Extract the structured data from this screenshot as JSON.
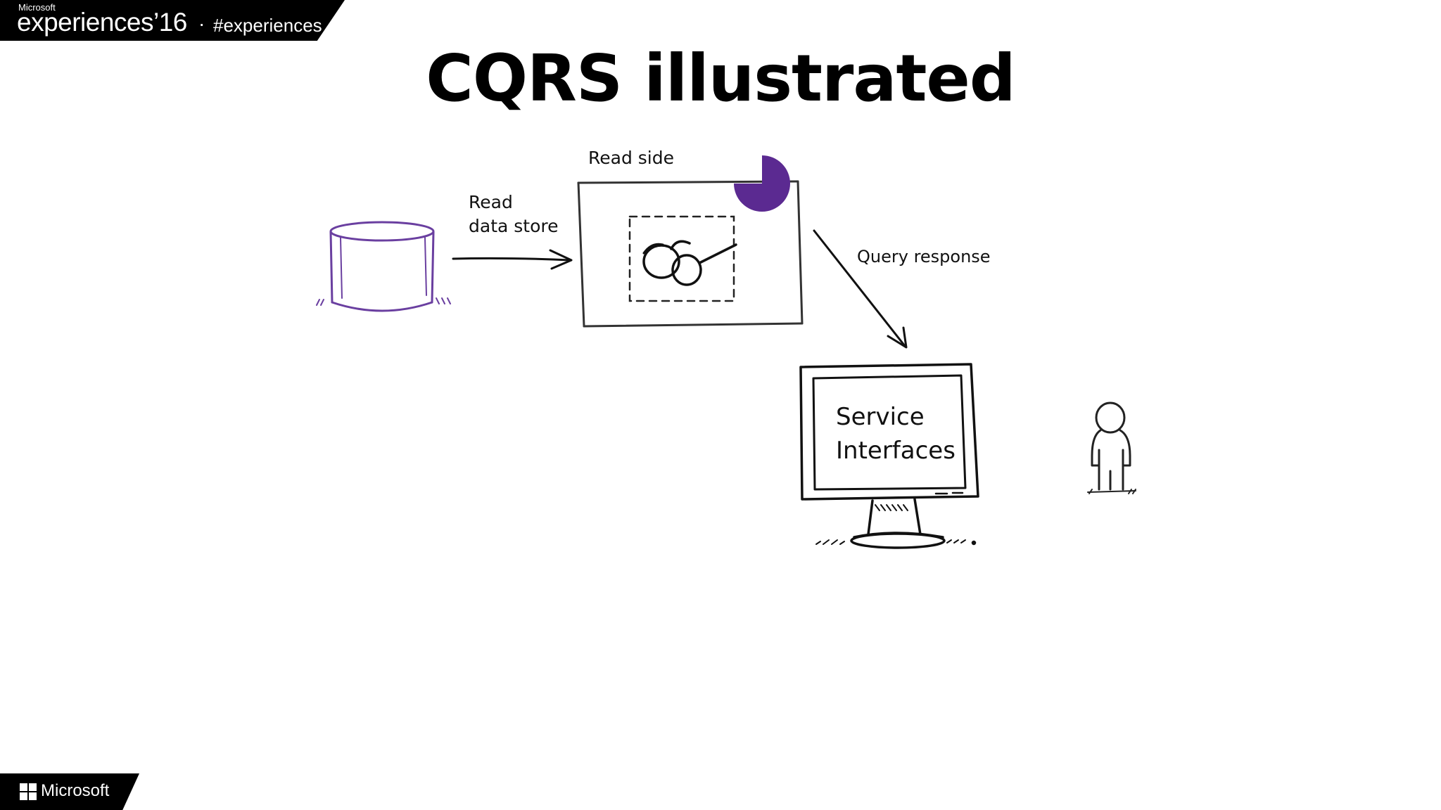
{
  "header": {
    "brand_small": "Microsoft",
    "event_name": "experiences’16",
    "separator": "·",
    "hashtag": "#experiences"
  },
  "title": "CQRS illustrated",
  "diagram": {
    "read_side_label": "Read side",
    "data_store_label_line1": "Read",
    "data_store_label_line2": "data store",
    "query_response_label": "Query response",
    "service_label_line1": "Service",
    "service_label_line2": "Interfaces"
  },
  "footer": {
    "brand": "Microsoft"
  },
  "colors": {
    "accent_purple": "#5b2a91",
    "database_stroke": "#6a3fa0",
    "ink": "#111111",
    "banner": "#000000"
  },
  "icons": {
    "database": "database-cylinder-icon",
    "glasses": "glasses-icon",
    "monitor": "monitor-icon",
    "person": "person-icon",
    "timer": "pie-timer-icon"
  }
}
